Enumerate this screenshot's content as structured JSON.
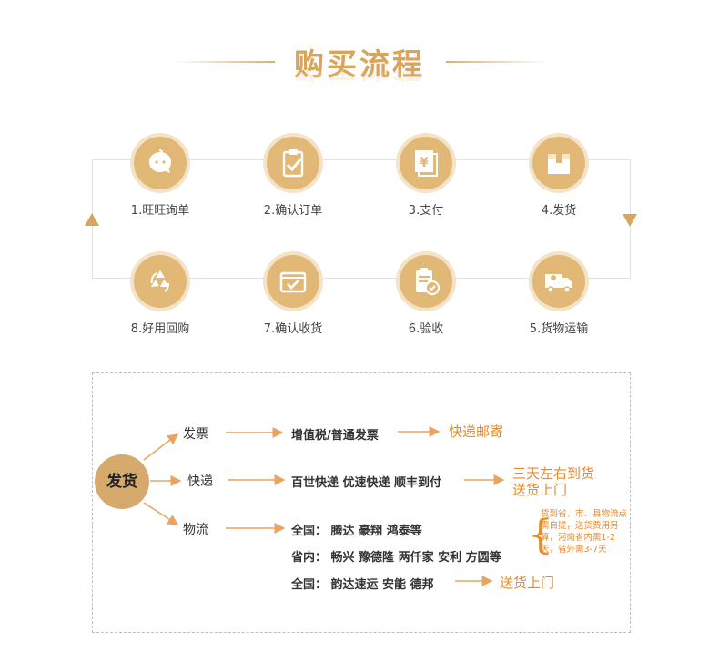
{
  "title": "购买流程",
  "steps_top": [
    {
      "label": "1.旺旺询单",
      "icon": "chat-icon"
    },
    {
      "label": "2.确认订单",
      "icon": "clipboard-check-icon"
    },
    {
      "label": "3.支付",
      "icon": "yen-payment-icon"
    },
    {
      "label": "4.发货",
      "icon": "package-icon"
    }
  ],
  "steps_bottom": [
    {
      "label": "8.好用回购",
      "icon": "recycle-icon"
    },
    {
      "label": "7.确认收货",
      "icon": "receipt-check-icon"
    },
    {
      "label": "6.验收",
      "icon": "inspect-document-icon"
    },
    {
      "label": "5.货物运输",
      "icon": "truck-icon"
    }
  ],
  "shipping": {
    "hub": "发货",
    "invoice": {
      "label": "发票",
      "desc": "增值税/普通发票",
      "result": "快递邮寄"
    },
    "express": {
      "label": "快递",
      "desc": "百世快递  优速快递  顺丰到付",
      "result_line1": "三天左右到货",
      "result_line2": "送货上门"
    },
    "logistics": {
      "label": "物流",
      "row1": "全国：  腾达  豪翔  鸿泰等",
      "row2": "省内：  畅兴  豫德隆  两仟家  安利  方圆等",
      "row3": "全国：  韵达速运  安能  德邦",
      "row3_result": "送货上门",
      "note": "货到省、市、县物流点需自提，送货费用另算，河南省内需1-2天，省外需3-7天"
    }
  },
  "colors": {
    "gold": "#e2b877",
    "accent": "#d9a55c",
    "orange": "#e88a26"
  }
}
